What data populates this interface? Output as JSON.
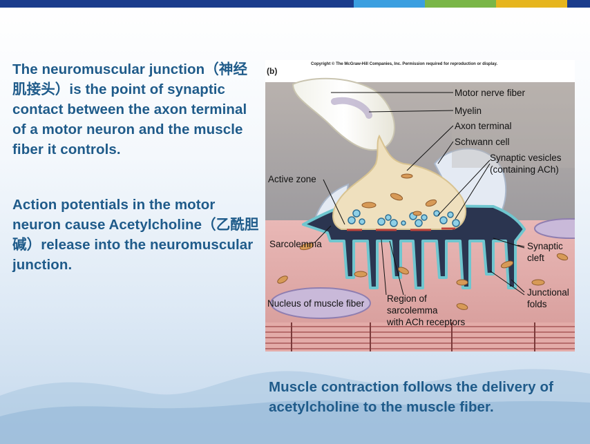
{
  "colors": {
    "text": "#1f5b8a",
    "bar_navy": "#1b3c8c",
    "bar_blue": "#3b9fe0",
    "bar_green": "#7ab648",
    "bar_yellow": "#e6b51e"
  },
  "slide": {
    "paragraph1": "The neuromuscular junction（神经肌接头）is the point of synaptic contact between the axon terminal of a motor neuron and the muscle fiber it controls.",
    "paragraph2": "Action potentials in the motor neuron cause Acetylcholine（乙酰胆碱）release into the neuromuscular junction.",
    "caption": "Muscle contraction follows the delivery of acetylcholine to the muscle fiber."
  },
  "figure": {
    "copyright": "Copyright © The McGraw-Hill Companies, Inc. Permission required for reproduction or display.",
    "panel_label": "(b)",
    "labels": {
      "motor_nerve_fiber": "Motor nerve fiber",
      "myelin": "Myelin",
      "axon_terminal": "Axon terminal",
      "schwann_cell": "Schwann cell",
      "synaptic_vesicles_1": "Synaptic vesicles",
      "synaptic_vesicles_2": "(containing ACh)",
      "active_zone": "Active zone",
      "sarcolemma": "Sarcolemma",
      "synaptic_cleft_1": "Synaptic",
      "synaptic_cleft_2": "cleft",
      "junctional_folds_1": "Junctional",
      "junctional_folds_2": "folds",
      "nucleus": "Nucleus of muscle fiber",
      "region_1": "Region of",
      "region_2": "sarcolemma",
      "region_3": "with ACh receptors"
    }
  }
}
